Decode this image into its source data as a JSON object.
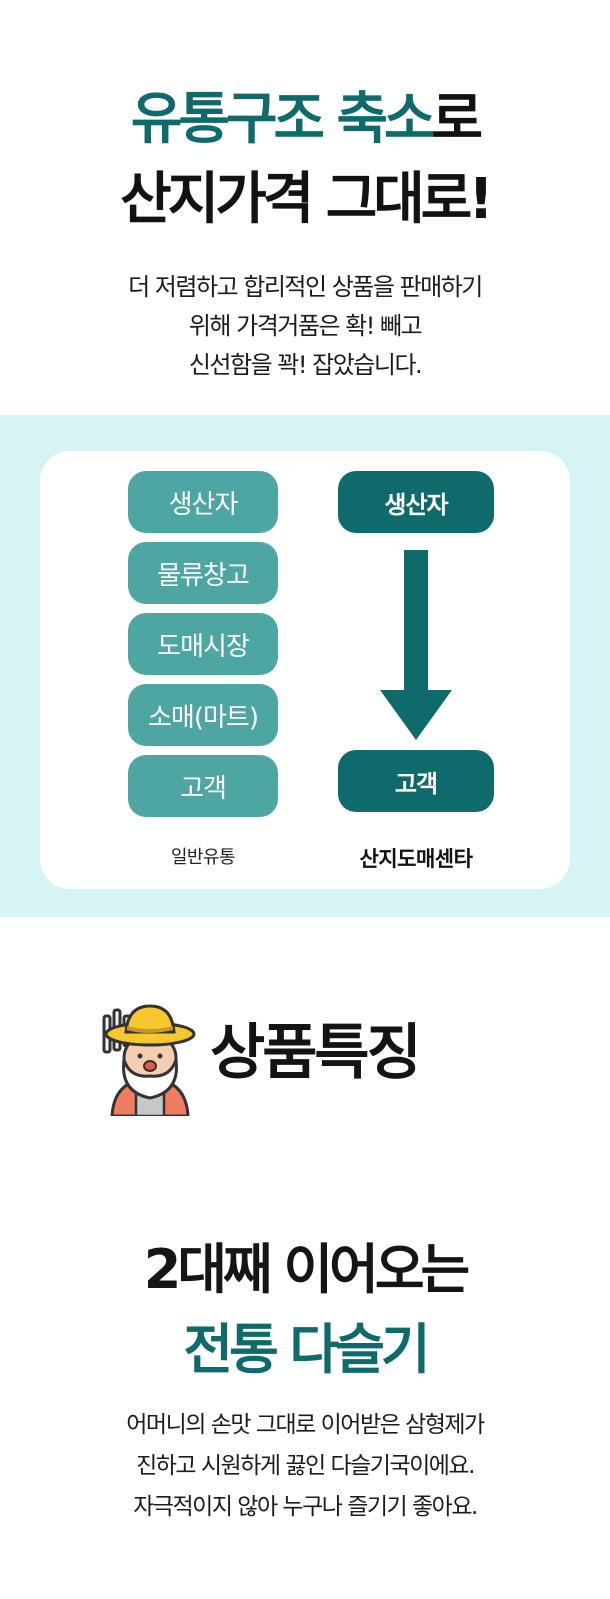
{
  "hero": {
    "line1_teal": "유통구조 축소",
    "line1_dark": "로",
    "line2": "산지가격 그대로!"
  },
  "lead": {
    "line1": "더 저렴하고 합리적인 상품을 판매하기",
    "line2": "위해 가격거품은 확! 빼고",
    "line3": "신선함을 꽉! 잡았습니다."
  },
  "diagram": {
    "general_steps": [
      "생산자",
      "물류창고",
      "도매시장",
      "소매(마트)",
      "고객"
    ],
    "general_caption": "일반유통",
    "direct_from": "생산자",
    "direct_to": "고객",
    "direct_caption": "산지도매센타"
  },
  "features": {
    "title": "상품특징"
  },
  "product": {
    "heading1": "2대째 이어오는",
    "heading2": "전통 다슬기",
    "line1": "어머니의 손맛 그대로 이어받은 삼형제가",
    "line2": "진하고 시원하게 끓인 다슬기국이에요.",
    "line3": "자극적이지 않아 누구나 즐기기 좋아요."
  },
  "colors": {
    "teal_dark": "#0f6b6b",
    "teal_mid": "#4ea6a3",
    "band_bg": "#d5f4f3"
  }
}
